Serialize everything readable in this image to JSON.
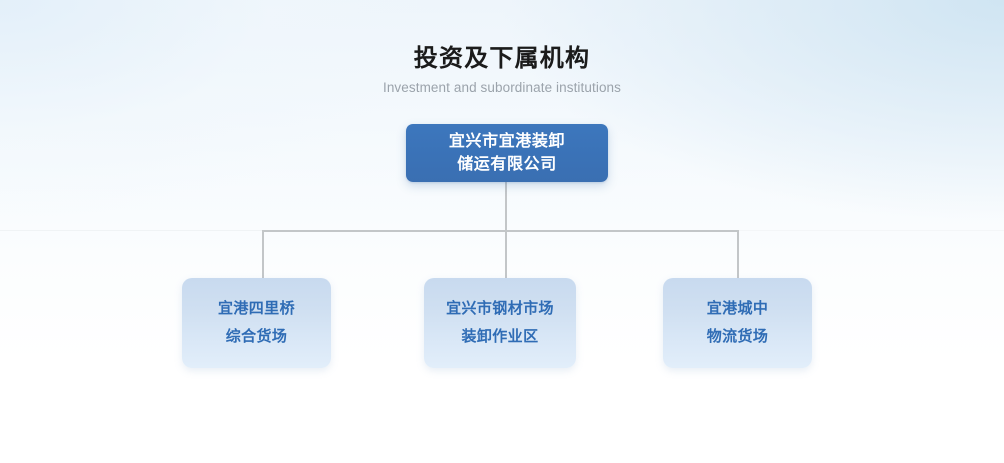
{
  "page": {
    "background_top": "#eef5fb",
    "background_bottom": "#ffffff"
  },
  "heading": {
    "title": "投资及下属机构",
    "subtitle": "Investment and subordinate institutions"
  },
  "chart": {
    "type": "org-chart",
    "accent_color": "#3b74b9",
    "node_text_color": "#2f6cb5",
    "connector_color": "#c3c6c8",
    "root": {
      "lines": [
        "宜兴市宜港装卸",
        "储运有限公司"
      ],
      "background": "#3b74b9",
      "text_color": "#ffffff"
    },
    "children": [
      {
        "lines": [
          "宜港四里桥",
          "综合货场"
        ],
        "background": "#ccdcf0",
        "text_color": "#2f6cb5"
      },
      {
        "lines": [
          "宜兴市钢材市场",
          "装卸作业区"
        ],
        "background": "#ccdcf0",
        "text_color": "#2f6cb5"
      },
      {
        "lines": [
          "宜港城中",
          "物流货场"
        ],
        "background": "#ccdcf0",
        "text_color": "#2f6cb5"
      }
    ]
  }
}
